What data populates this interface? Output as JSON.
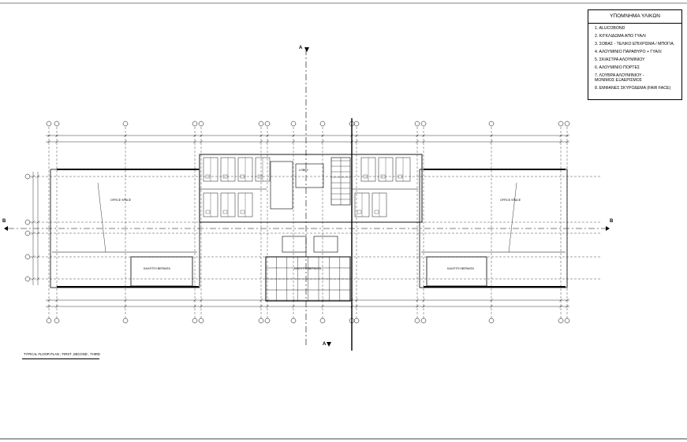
{
  "legend": {
    "title": "ΥΠΟΜΝΗΜΑ ΥΛΙΚΩΝ",
    "items": [
      "1. ALUCOBOND",
      "2. ΚΙΓΚΛΙΔΩΜΑ ΑΠΟ ΓΥΑΛΙ",
      "3. ΣΟΒΑΣ - ΤΕΛΙΚΟ ΕΠΙΧΡΙΣΜΑ / ΜΠΟΓΙΑ.",
      "4. ΑΛΟΥΜΙΝΙΟ ΠΑΡΑΘΥΡΟ + ΓΥΑΛΙ",
      "5. ΣΚΙΑΣΤΡΑ ΑΛΟΥΜΙΝΙΟΥ",
      "6. ΑΛΟΥΜΙΝΙΟ ΠΟΡΤΕΣ",
      "7. ΛΟΥΒΡΑ ΑΛΟΥΜΙΝΙΟΥ -\nΜΟΝΙΜΟΣ ΕΞΑΕΡΙΣΜΟΣ",
      "8. ΕΜΦΑΝΕΣ ΣΚΥΡΟΔΕΜΑ (FAIR FACE)"
    ]
  },
  "plan": {
    "caption": "TYPICAL FLOOR PLAN ; FIRST ,SECOND , THIRD",
    "section_a_top": "A",
    "section_a_bottom": "A",
    "section_b_left": "B",
    "section_b_right": "B",
    "office_left": "OFFICE SPACE",
    "office_right": "OFFICE SPACE",
    "lobby": "LOBBY",
    "terrace_left": "ΚΑΛΥΠΤΗ ΒΕΡΑΝΤΑ",
    "terrace_center": "ΚΑΛΥΠΤΗ ΒΕΡΑΝΤΑ",
    "terrace_right": "ΚΑΛΥΠΤΗ ΒΕΡΑΝΤΑ"
  },
  "colors": {
    "line": "#000000",
    "paper": "#ffffff"
  }
}
